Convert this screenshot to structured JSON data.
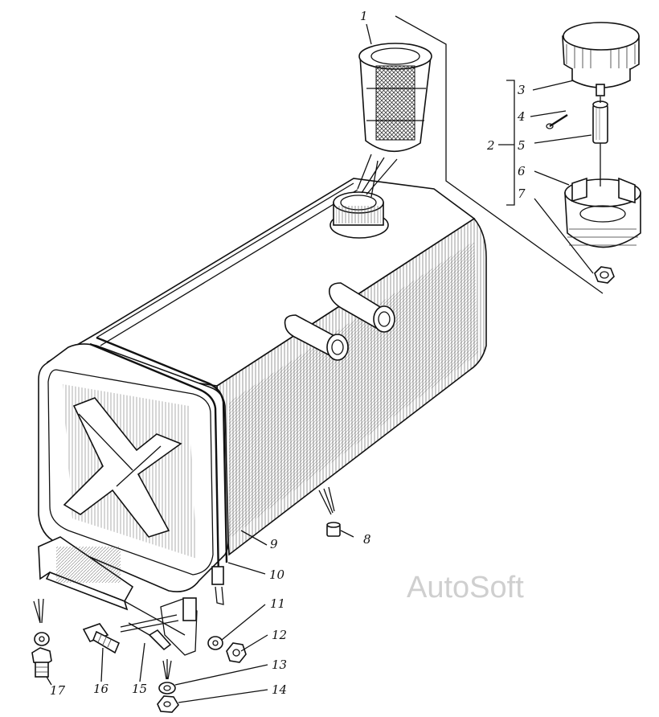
{
  "watermark": "AutoSoft",
  "callouts": [
    {
      "id": "1",
      "text": "1"
    },
    {
      "id": "2",
      "text": "2"
    },
    {
      "id": "3",
      "text": "3"
    },
    {
      "id": "4",
      "text": "4"
    },
    {
      "id": "5",
      "text": "5"
    },
    {
      "id": "6",
      "text": "6"
    },
    {
      "id": "7",
      "text": "7"
    },
    {
      "id": "8",
      "text": "8"
    },
    {
      "id": "9",
      "text": "9"
    },
    {
      "id": "10",
      "text": "10"
    },
    {
      "id": "11",
      "text": "11"
    },
    {
      "id": "12",
      "text": "12"
    },
    {
      "id": "13",
      "text": "13"
    },
    {
      "id": "14",
      "text": "14"
    },
    {
      "id": "15",
      "text": "15"
    },
    {
      "id": "16",
      "text": "16"
    },
    {
      "id": "17",
      "text": "17"
    }
  ]
}
